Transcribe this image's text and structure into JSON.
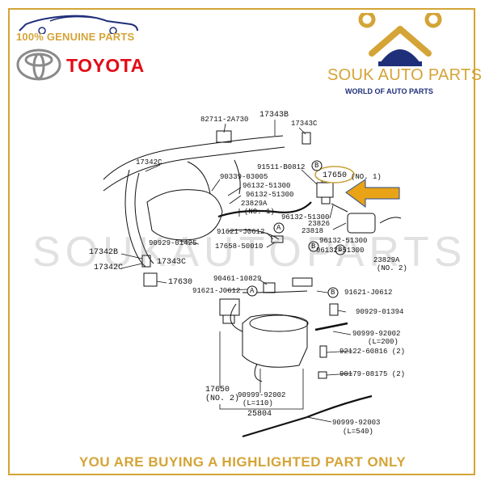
{
  "header": {
    "genuine": "100% GENUINE PARTS",
    "toyota": "TOYOTA",
    "brand": "SOUK AUTO PARTS",
    "tagline": "WORLD OF AUTO PARTS"
  },
  "watermark": "SOUKAUTOPARTS",
  "footer": "YOU ARE BUYING A HIGHLIGHTED PART ONLY",
  "colors": {
    "gold": "#d4a437",
    "red": "#e30b17",
    "navy": "#1f2f7a",
    "highlight": "#e8a317"
  },
  "labels": {
    "l82711": "82711-2A730",
    "l17343b": "17343B",
    "l17343c_top": "17343C",
    "l17342c_top": "17342C",
    "l91511": "91511-B0812",
    "l17650_1": "17650",
    "l17650_1_note": "(NO. 1)",
    "l90339": "90339-03005",
    "l96132a": "96132-51300",
    "l96132b": "96132-51300",
    "l23829a_1": "23829A",
    "l23829a_1_note": "(NO. 1)",
    "l96132c": "96132-51300",
    "l23826": "23826",
    "l23818": "23818",
    "l91621a": "91621-J0612",
    "l17658": "17658-50010",
    "l96132d": "96132-51300",
    "l96132e": "96132-51300",
    "l23829a_2": "23829A",
    "l23829a_2_note": "(NO. 2)",
    "l90929a": "90929-01425",
    "l17342b": "17342B",
    "l17343c_bot": "17343C",
    "l17342c_bot": "17342C",
    "l17630": "17630",
    "l90461": "90461-10829",
    "l91621b": "91621-J0612",
    "l91621c": "91621-J0612",
    "l90929b": "90929-01394",
    "l90999a": "90999-92002",
    "l90999a_note": "(L=200)",
    "l92122": "92122-60816 (2)",
    "l90179": "90179-08175 (2)",
    "l17650_2": "17650",
    "l17650_2_note": "(NO. 2)",
    "l90999b": "90999-92002",
    "l90999b_note": "(L=110)",
    "l25804": "25804",
    "l90999c": "90999-92003",
    "l90999c_note": "(L=540)",
    "cA": "A",
    "cB1": "B",
    "cB2": "B",
    "cA2": "A",
    "cB3": "B",
    "cB4": "B"
  }
}
